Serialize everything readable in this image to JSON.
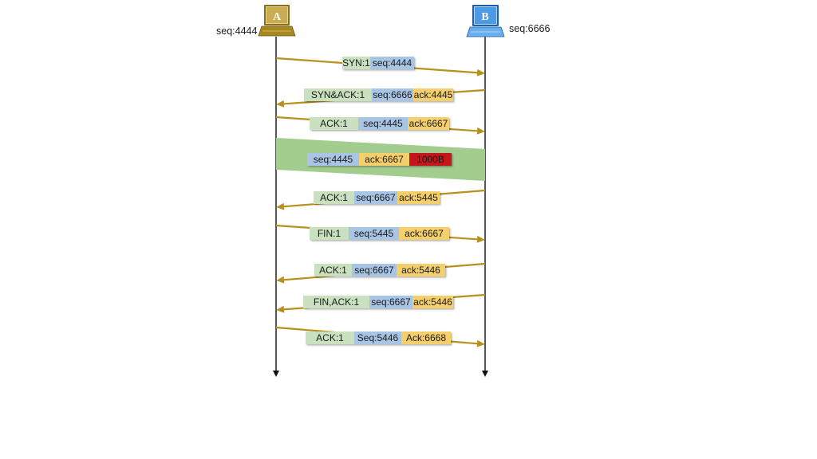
{
  "hosts": {
    "a": {
      "label": "A",
      "seq": "seq:4444"
    },
    "b": {
      "label": "B",
      "seq": "seq:6666"
    }
  },
  "colors": {
    "arrow": "#b8901c",
    "flag": "#c9e1bf",
    "seq": "#a9c5e6",
    "ack": "#f6cf6d",
    "data": "#c4121a",
    "data_band": "#a3cd8f",
    "host_a": "#b59a3a",
    "host_b": "#3f8fd6"
  },
  "messages": [
    {
      "direction": "a_to_b",
      "fields": [
        {
          "kind": "flag",
          "text": "SYN:1"
        },
        {
          "kind": "seq",
          "text": "seq:4444"
        }
      ]
    },
    {
      "direction": "b_to_a",
      "fields": [
        {
          "kind": "flag",
          "text": "SYN&ACK:1"
        },
        {
          "kind": "seq",
          "text": "seq:6666"
        },
        {
          "kind": "ack",
          "text": "ack:4445"
        }
      ]
    },
    {
      "direction": "a_to_b",
      "fields": [
        {
          "kind": "flag",
          "text": "ACK:1"
        },
        {
          "kind": "seq",
          "text": "seq:4445"
        },
        {
          "kind": "ack",
          "text": "ack:6667"
        }
      ]
    },
    {
      "direction": "a_to_b",
      "style": "data-band",
      "fields": [
        {
          "kind": "seq",
          "text": "seq:4445"
        },
        {
          "kind": "ack",
          "text": "ack:6667"
        },
        {
          "kind": "data",
          "text": "1000B"
        }
      ]
    },
    {
      "direction": "b_to_a",
      "fields": [
        {
          "kind": "flag",
          "text": "ACK:1"
        },
        {
          "kind": "seq",
          "text": "seq:6667"
        },
        {
          "kind": "ack",
          "text": "ack:5445"
        }
      ]
    },
    {
      "direction": "a_to_b",
      "fields": [
        {
          "kind": "flag",
          "text": "FIN:1"
        },
        {
          "kind": "seq",
          "text": "seq:5445"
        },
        {
          "kind": "ack",
          "text": "ack:6667"
        }
      ]
    },
    {
      "direction": "b_to_a",
      "fields": [
        {
          "kind": "flag",
          "text": "ACK:1"
        },
        {
          "kind": "seq",
          "text": "seq:6667"
        },
        {
          "kind": "ack",
          "text": "ack:5446"
        }
      ]
    },
    {
      "direction": "b_to_a",
      "fields": [
        {
          "kind": "flag",
          "text": "FIN,ACK:1"
        },
        {
          "kind": "seq",
          "text": "seq:6667"
        },
        {
          "kind": "ack",
          "text": "ack:5446"
        }
      ]
    },
    {
      "direction": "a_to_b",
      "fields": [
        {
          "kind": "flag",
          "text": "ACK:1"
        },
        {
          "kind": "seq",
          "text": "Seq:5446"
        },
        {
          "kind": "ack",
          "text": "Ack:6668"
        }
      ]
    }
  ]
}
